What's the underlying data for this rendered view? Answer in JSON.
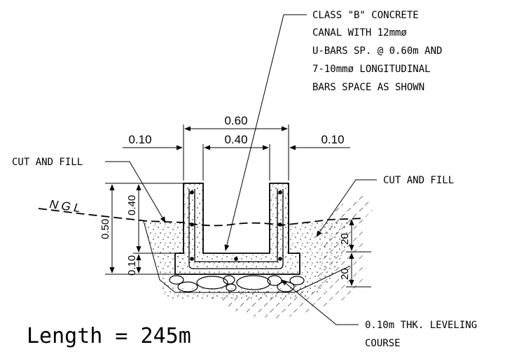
{
  "note_concrete": [
    "CLASS \"B\" CONCRETE",
    "CANAL WITH 12mmø",
    "U-BARS SP. @ 0.60m AND",
    "7-10mmø LONGITUDINAL",
    "BARS SPACE AS SHOWN"
  ],
  "label_cut_fill_left": "CUT AND FILL",
  "label_cut_fill_right": "CUT AND FILL",
  "label_ngl": "N G L",
  "note_leveling": [
    "0.10m THK. LEVELING",
    "COURSE"
  ],
  "dims": {
    "overall_width": "0.60",
    "inner_width": "0.40",
    "left_wall": "0.10",
    "right_wall": "0.10",
    "total_height": "0.50",
    "wall_height": "0.40",
    "base_thickness": "0.10",
    "slope_upper": "20",
    "slope_lower": "20"
  },
  "length_text": "Length = 245m"
}
